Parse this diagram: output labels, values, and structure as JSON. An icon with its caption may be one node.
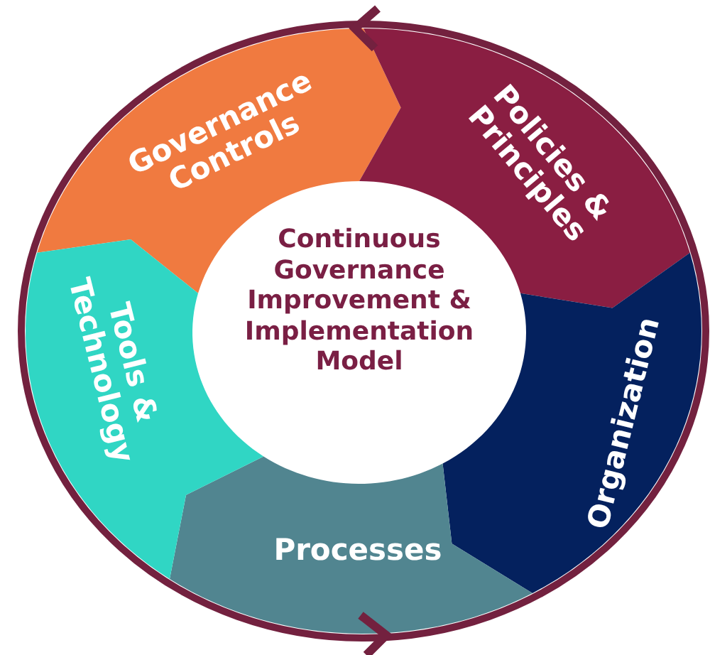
{
  "diagram": {
    "nodes": [
      {
        "text": [
          "Continuous Governance Improvement & Implementation Model"
        ]
      },
      {
        "text": [
          "Governance Controls"
        ]
      },
      {
        "text": [
          "Policies & Principles"
        ]
      },
      {
        "text": [
          "Organization"
        ]
      },
      {
        "text": [
          "Processes"
        ]
      },
      {
        "text": [
          "Tools & Technology"
        ]
      }
    ]
  }
}
